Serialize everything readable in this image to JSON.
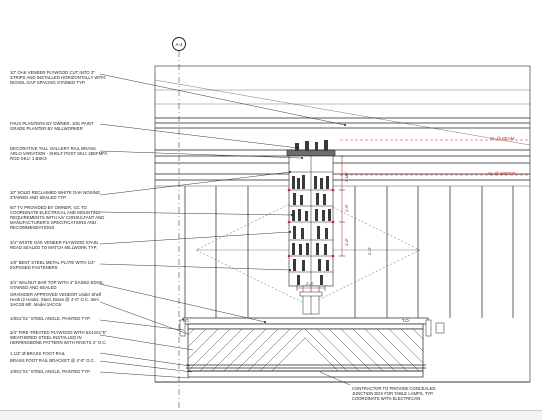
{
  "drawing": {
    "grid_bubble": "A-4",
    "notes": [
      "10\" OAK VENEER PLYWOOD CUT INTO 3\" STRIPS AND INSTALLED HORIZONTALLY WITH NICKEL GAP SPACING STAINED TYP.",
      "FAUX PLANTERS BY OWNER. 10G PAINT GRADE PLANTER BY MILLWORKER",
      "DECORATIVE TALL GALLERY RAIL BRASS ARLO VARIATION - SHELF POST SKU: 25EFMFA ROD SKU: 1 BSK3",
      "10\" SOLID RECLAIMED WHITE OAK NOSING STAINED AND SEALED TYP.",
      "60\" TV PROVIDED BY OWNER, GC TO COORDINATE ELECTRICAL AND MOUNTING REQUIREMENTS WITH A/V CONSULTANT AND MANUFACTURER'S SPECIFICATIONS AND RECOMMENDATIONS",
      "3/4\" WHITE OAK VENEER PLYWOOD STAIN READ SEALED TO MATCH MILLWORK TYP.",
      "1/8\" BENT STEEL METAL PLATE WITH 1/4\" EXPOSED FASTENERS",
      "3/4\" WALNUT BAR TOP WITH 4\" EASED EDGE, STAINED AND SEALED",
      "GRAINGER APPROVED VENDOR Under Shelf Hook (2 Hooks, Steel, Brass @ 4'-0\" O.C. Item 1HCG8 Mfr. Model 1HCG5",
      "1/8X1\"X1\" STEEL ANGLE, PAINTED TYP.",
      "3/4\" FIRE-TREATED PLYWOOD WITH 6x12x1\"6\" WEATHERED STEEL INSTALLED IN HERRINGBONE PATTERN WITH RIVETS 4\" O.C.",
      "1 1/2\" Ø BRASS FOOT RAIL",
      "BRASS FOOT RAIL BRACKET @ 4'-0\" O.C.",
      "1/8X1\"X1\" STEEL ANGLE, PAINTED TYP."
    ],
    "ceiling_label": "CL @ BEAM",
    "soffit_label": "CL @ SOFFIT",
    "top_left_label": "T.O.",
    "top_right_label": "T.O.",
    "contractor_note": "CONTRACTOR TO PROVIDE CONCEALED JUNCTION BOX FOR TABLE LAMPS, TYP. COORDINATE WITH ELECTRICIAN",
    "dims": {
      "d1": "7 1/8\"",
      "d2": "1'-6\"",
      "d3": "1'-6\"",
      "d4": "2'-3\"",
      "d5": "2'-0\""
    },
    "colors": {
      "line": "#222222",
      "annotation_red": "#c62828",
      "dim_red": "#d32f2f"
    }
  }
}
